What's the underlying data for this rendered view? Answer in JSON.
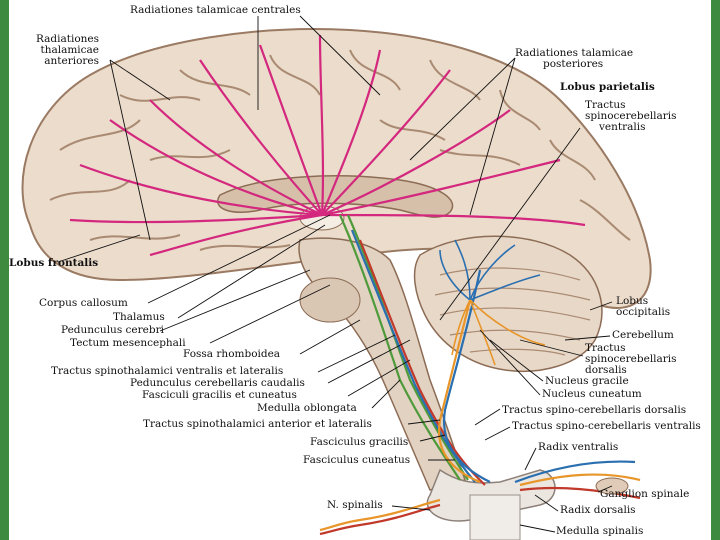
{
  "colors": {
    "brain_surface": "#ecdccb",
    "sulcus": "#9a7a62",
    "radiation_fibers": "#d3287e",
    "tract_green": "#4f9a3a",
    "tract_blue": "#2a6fb0",
    "tract_orange": "#e8962a",
    "tract_red": "#c0392b",
    "frame_green": "#3e8a3e"
  },
  "labels": {
    "rad_centrales": "Radiationes talamicae centrales",
    "rad_anteriores": [
      "Radiationes",
      "thalamicae",
      "anteriores"
    ],
    "rad_posteriores": [
      "Radiationes talamicae",
      "posteriores"
    ],
    "lobus_parietalis": "Lobus parietalis",
    "tractus_spinocerebellaris_ventralis": [
      "Tractus",
      "spinocerebellaris",
      "ventralis"
    ],
    "lobus_frontalis": "Lobus frontalis",
    "corpus_callosum": "Corpus callosum",
    "thalamus": "Thalamus",
    "pedunculus_cerebri": "Pedunculus cerebri",
    "tectum": "Tectum mesencephali",
    "fossa": "Fossa rhomboidea",
    "tractus_spinothalamici_vl": "Tractus spinothalamici  ventralis et lateralis",
    "pedunculus_cerebellaris": "Pedunculus cerebellaris caudalis",
    "fasciculi": "Fasciculi gracilis et cuneatus",
    "medulla_oblongata": "Medulla oblongata",
    "tractus_spinothalamici_al": "Tractus spinothalamici  anterior et lateralis",
    "fasciculus_gracilis": "Fasciculus gracilis",
    "fasciculus_cuneatus": "Fasciculus cuneatus",
    "n_spinalis": "N. spinalis",
    "lobus_occipitalis": [
      "Lobus",
      "occipitalis"
    ],
    "cerebellum": "Cerebellum",
    "tractus_spinocerebellaris_dorsalis": [
      "Tractus",
      "spinocerebellaris",
      "dorsalis"
    ],
    "nucleus_gracile": "Nucleus gracile",
    "nucleus_cuneatum": "Nucleus cuneatum",
    "tractus_sc_dorsalis": "Tractus spino-cerebellaris dorsalis",
    "tractus_sc_ventralis": "Tractus spino-cerebellaris ventralis",
    "radix_ventralis": "Radix ventralis",
    "ganglion_spinale": "Ganglion spinale",
    "radix_dorsalis": "Radix dorsalis",
    "medulla_spinalis": "Medulla spinalis"
  }
}
